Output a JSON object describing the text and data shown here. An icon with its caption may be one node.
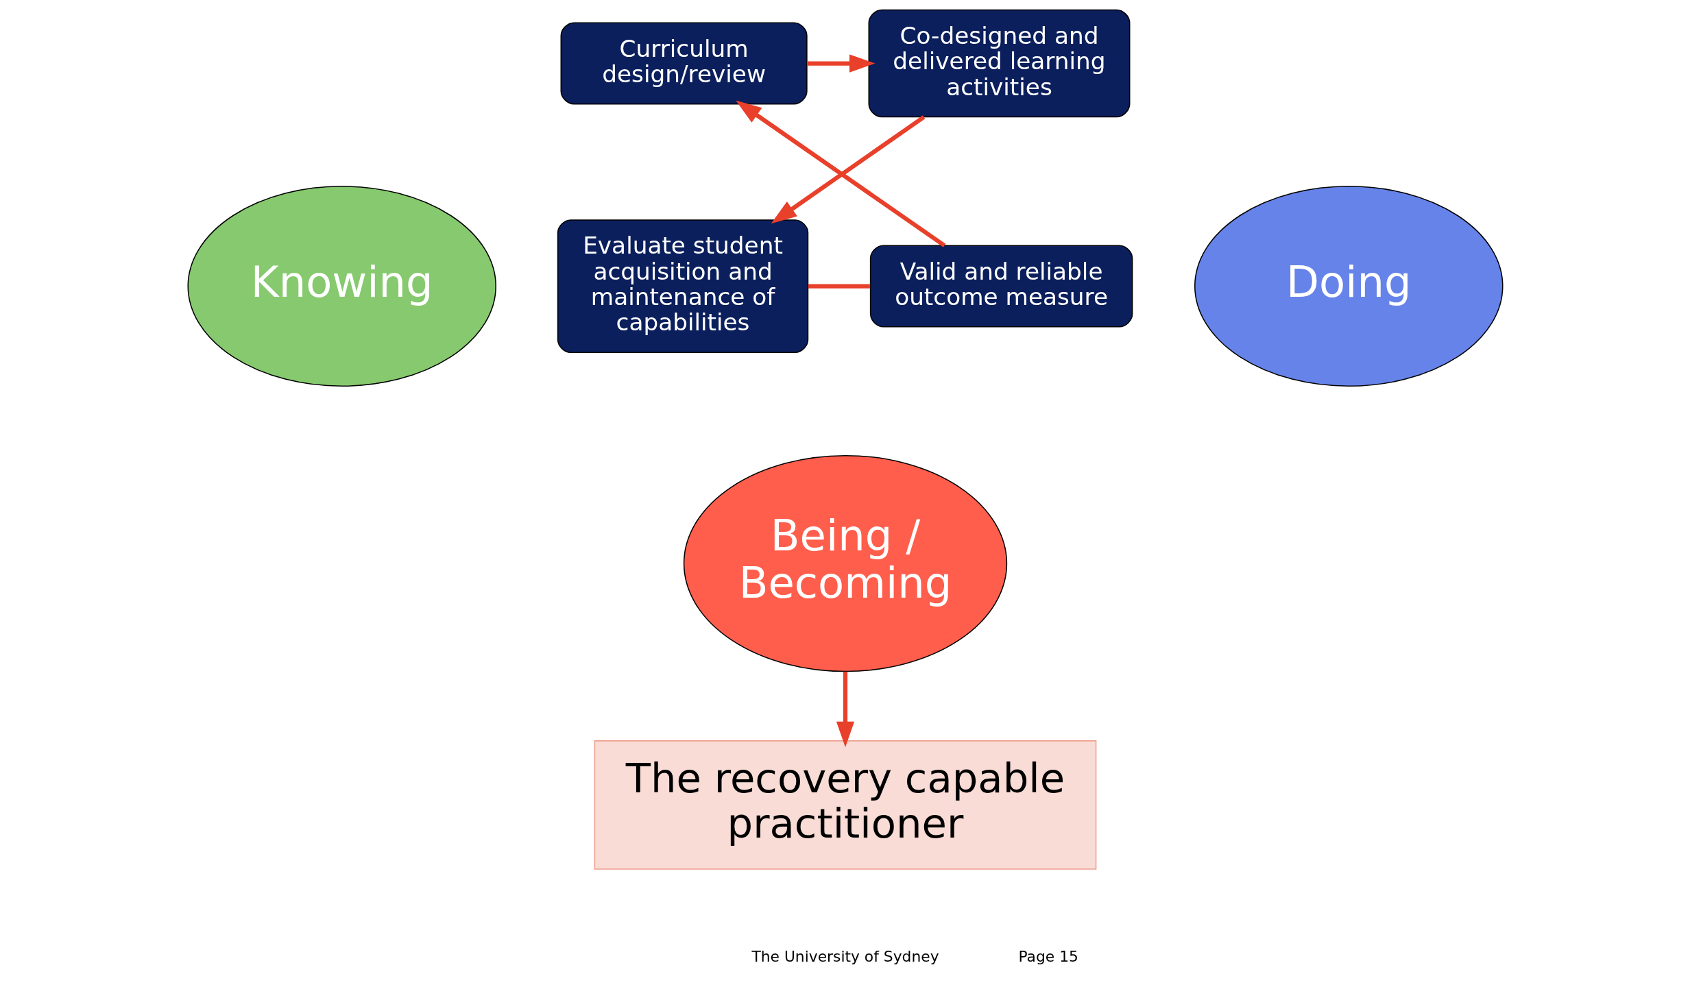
{
  "diagram": {
    "nodes": [
      {
        "text": [
          "Curriculum design/review"
        ]
      },
      {
        "text": [
          "Co-designed and delivered learning activities"
        ]
      },
      {
        "text": [
          "Evaluate student acquisition and maintenance of capabilities"
        ]
      },
      {
        "text": [
          "Valid and reliable outcome measure"
        ]
      },
      {
        "text": [
          "Knowing"
        ]
      },
      {
        "text": [
          "Doing"
        ]
      },
      {
        "text": [
          "Being / Becoming"
        ]
      },
      {
        "text": [
          "The recovery capable practitioner"
        ]
      }
    ],
    "edges": [
      {
        "from": 0,
        "to": 1,
        "arrow": "to"
      },
      {
        "from": 1,
        "to": 2,
        "arrow": "to"
      },
      {
        "from": 2,
        "to": 3,
        "arrow": "none"
      },
      {
        "from": 3,
        "to": 0,
        "arrow": "to"
      },
      {
        "from": 6,
        "to": 7,
        "arrow": "to"
      }
    ],
    "labels": [
      "The University of Sydney",
      "Page 15"
    ]
  }
}
